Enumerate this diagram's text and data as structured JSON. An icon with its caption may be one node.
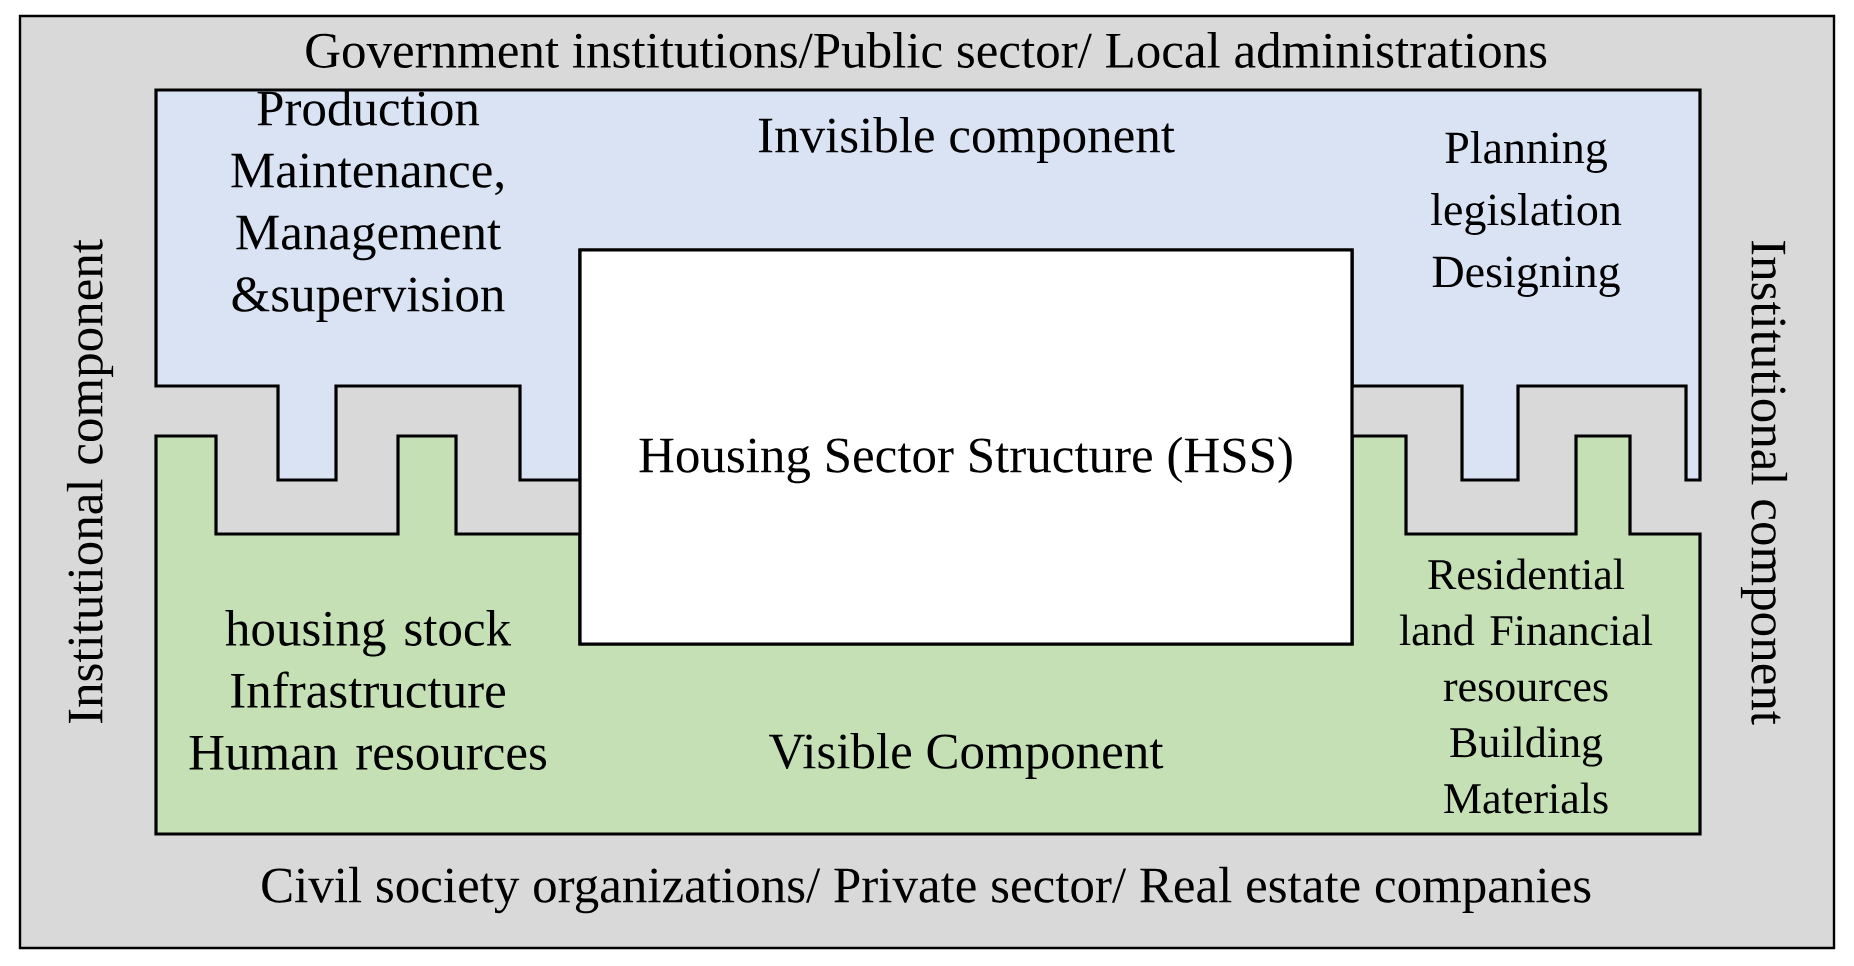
{
  "diagram": {
    "nodes": [
      {
        "text": [
          "Government institutions/Public sector/ Local administrations",
          "Civil society organizations/ Private sector/ Real estate companies",
          "Institutional component",
          "Institutional component"
        ]
      },
      {
        "text": [
          "Production Maintenance, Management &supervision",
          "Invisible component",
          "Planning legislation Designing"
        ],
        "in": 0
      },
      {
        "text": [
          "housing stock Infrastructure Human resources",
          "Visible Component",
          "Residential land Financial resources Building Materials"
        ],
        "in": 0
      },
      {
        "text": [
          "Housing Sector Structure (HSS)"
        ],
        "in": 0
      }
    ]
  }
}
